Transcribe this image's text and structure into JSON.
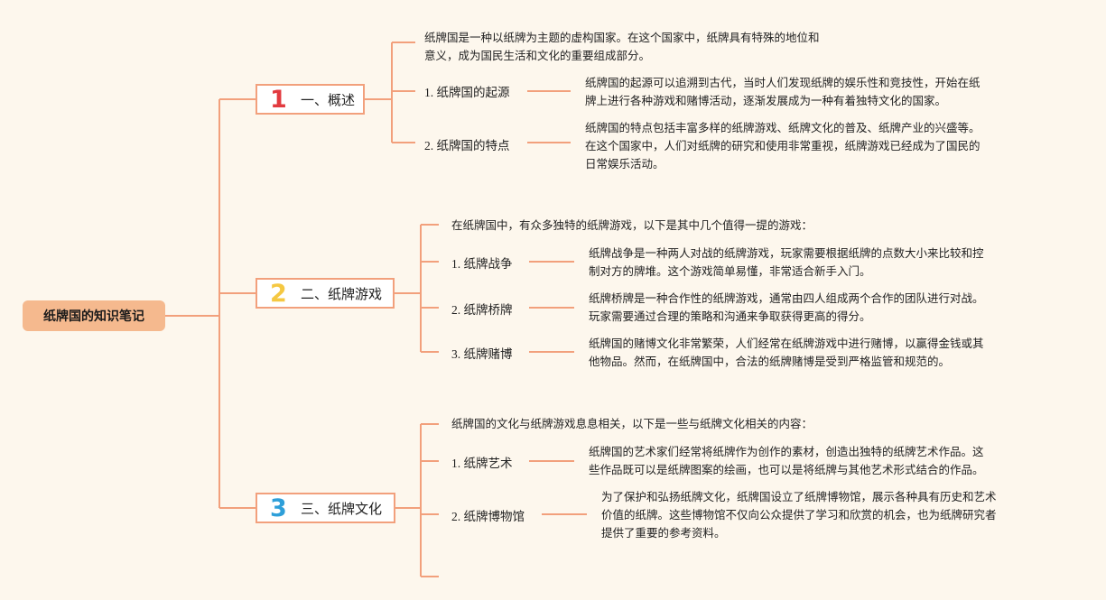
{
  "root": {
    "label": "纸牌国的知识笔记"
  },
  "sections": [
    {
      "number": "1",
      "number_color": "#e23a3f",
      "title": "一、概述",
      "intro": [
        "纸牌国是一种以纸牌为主题的虚构国家。在这个国家中，纸牌具有特殊的地位和",
        "意义，成为国民生活和文化的重要组成部分。"
      ],
      "items": [
        {
          "label": "1. 纸牌国的起源",
          "desc": [
            "纸牌国的起源可以追溯到古代，当时人们发现纸牌的娱乐性和竞技性，开始在纸",
            "牌上进行各种游戏和赌博活动，逐渐发展成为一种有着独特文化的国家。"
          ]
        },
        {
          "label": "2. 纸牌国的特点",
          "desc": [
            "纸牌国的特点包括丰富多样的纸牌游戏、纸牌文化的普及、纸牌产业的兴盛等。",
            "在这个国家中，人们对纸牌的研究和使用非常重视，纸牌游戏已经成为了国民的",
            "日常娱乐活动。"
          ]
        }
      ]
    },
    {
      "number": "2",
      "number_color": "#f5c842",
      "title": "二、纸牌游戏",
      "intro": [
        "在纸牌国中，有众多独特的纸牌游戏，以下是其中几个值得一提的游戏："
      ],
      "items": [
        {
          "label": "1. 纸牌战争",
          "desc": [
            "纸牌战争是一种两人对战的纸牌游戏，玩家需要根据纸牌的点数大小来比较和控",
            "制对方的牌堆。这个游戏简单易懂，非常适合新手入门。"
          ]
        },
        {
          "label": "2. 纸牌桥牌",
          "desc": [
            "纸牌桥牌是一种合作性的纸牌游戏，通常由四人组成两个合作的团队进行对战。",
            "玩家需要通过合理的策略和沟通来争取获得更高的得分。"
          ]
        },
        {
          "label": "3. 纸牌赌博",
          "desc": [
            "纸牌国的赌博文化非常繁荣，人们经常在纸牌游戏中进行赌博，以赢得金钱或其",
            "他物品。然而，在纸牌国中，合法的纸牌赌博是受到严格监管和规范的。"
          ]
        }
      ]
    },
    {
      "number": "3",
      "number_color": "#2e9fd9",
      "title": "三、纸牌文化",
      "intro": [
        "纸牌国的文化与纸牌游戏息息相关，以下是一些与纸牌文化相关的内容："
      ],
      "items": [
        {
          "label": "1. 纸牌艺术",
          "desc": [
            "纸牌国的艺术家们经常将纸牌作为创作的素材，创造出独特的纸牌艺术作品。这",
            "些作品既可以是纸牌图案的绘画，也可以是将纸牌与其他艺术形式结合的作品。"
          ]
        },
        {
          "label": "2. 纸牌博物馆",
          "desc": [
            "为了保护和弘扬纸牌文化，纸牌国设立了纸牌博物馆，展示各种具有历史和艺术",
            "价值的纸牌。这些博物馆不仅向公众提供了学习和欣赏的机会，也为纸牌研究者",
            "提供了重要的参考资料。"
          ]
        }
      ]
    }
  ],
  "colors": {
    "line": "#f2a07c",
    "root_bg": "#f5b98e",
    "background": "#fdf7ed"
  }
}
